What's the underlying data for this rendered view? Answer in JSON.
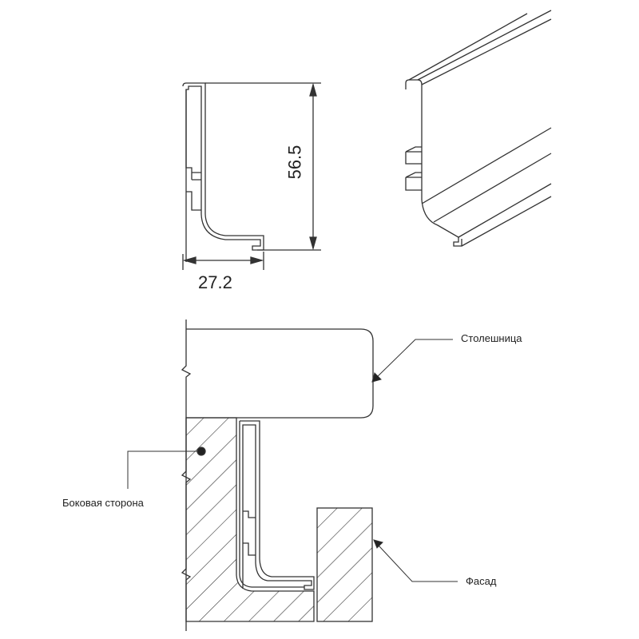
{
  "dimensions": {
    "width": "27.2",
    "height": "56.5"
  },
  "labels": {
    "countertop": "Столешница",
    "side_panel": "Боковая сторона",
    "facade": "Фасад"
  },
  "colors": {
    "line": "#333333",
    "background": "#ffffff"
  }
}
